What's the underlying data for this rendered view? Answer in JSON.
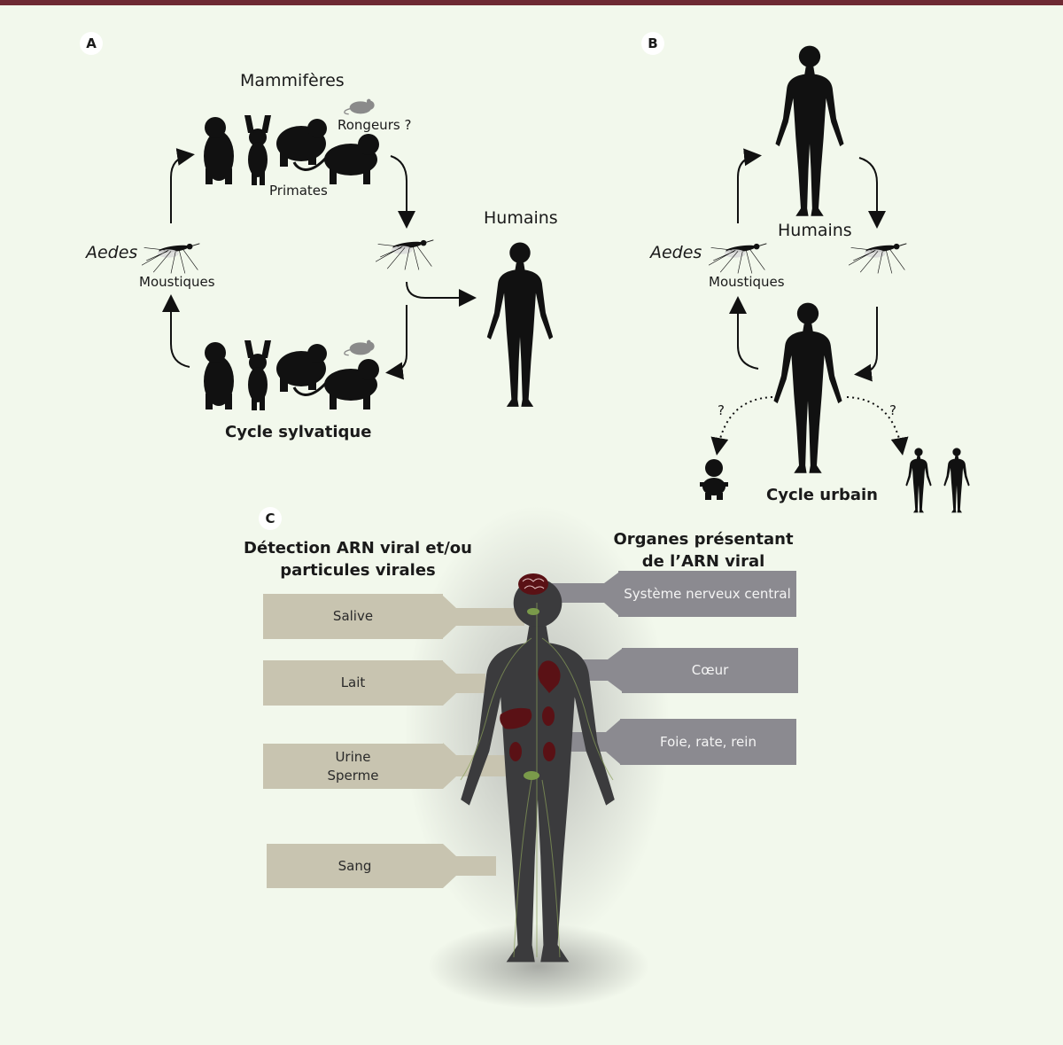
{
  "panels": {
    "a": {
      "badge": "A",
      "mammals_label": "Mammifères",
      "rodents_label": "Rongeurs ?",
      "primates_label": "Primates",
      "aedes_label": "Aedes",
      "mosquitoes_label": "Moustiques",
      "humans_label": "Humains",
      "cycle_label": "Cycle sylvatique"
    },
    "b": {
      "badge": "B",
      "humans_label": "Humains",
      "aedes_label": "Aedes",
      "mosquitoes_label": "Moustiques",
      "question_left": "?",
      "question_right": "?",
      "cycle_label": "Cycle urbain"
    },
    "c": {
      "badge": "C",
      "left_title_line1": "Détection ARN viral et/ou",
      "left_title_line2": "particules virales",
      "right_title_line1": "Organes présentant",
      "right_title_line2": "de l’ARN viral",
      "left_boxes": [
        {
          "line1": "Salive",
          "line2": ""
        },
        {
          "line1": "Lait",
          "line2": ""
        },
        {
          "line1": "Urine",
          "line2": "Sperme"
        },
        {
          "line1": "Sang",
          "line2": ""
        }
      ],
      "right_boxes": [
        {
          "line1": "Système nerveux central"
        },
        {
          "line1": "Cœur"
        },
        {
          "line1": "Foie, rate, rein"
        }
      ]
    }
  },
  "colors": {
    "background": "#f2f8ec",
    "top_bar": "#6e2a33",
    "left_box": "#c8c4b0",
    "right_box": "#8b8a90",
    "body_dark": "#3b3b3d",
    "organ": "#5a1115",
    "silhouette": "#111111",
    "rodent": "#8a8a8a"
  }
}
